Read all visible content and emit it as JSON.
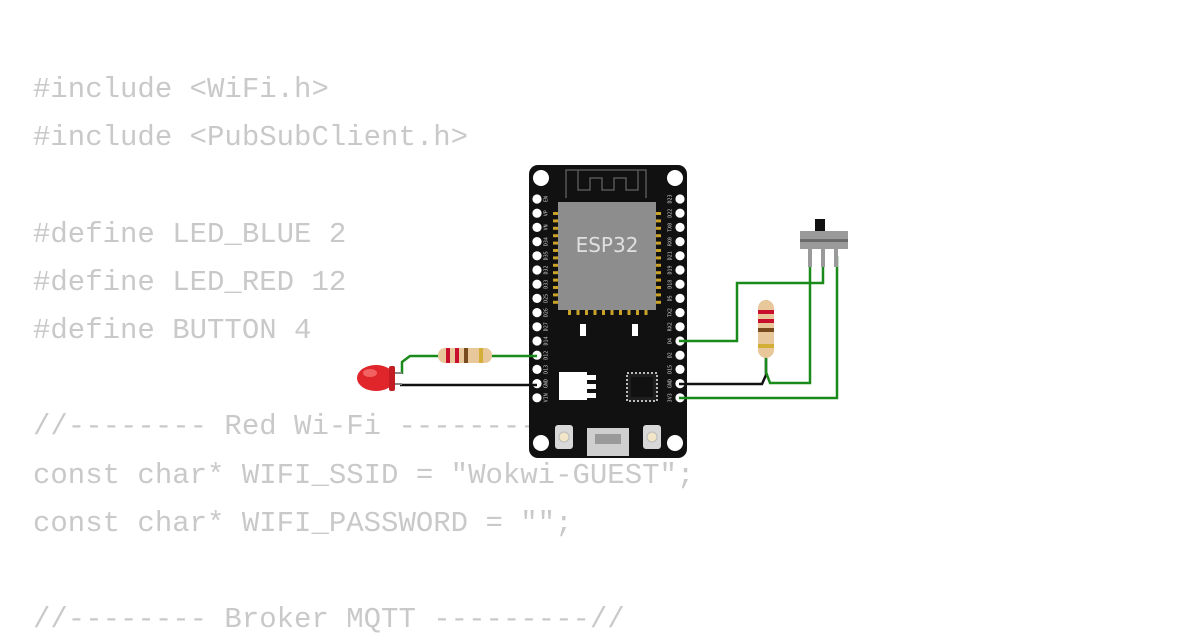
{
  "code_lines": [
    "#include <WiFi.h>",
    "#include <PubSubClient.h>",
    "",
    "#define LED_BLUE 2",
    "#define LED_RED 12",
    "#define BUTTON 4",
    "",
    "//-------- Red Wi-Fi ---------//",
    "const char* WIFI_SSID = \"Wokwi-GUEST\";",
    "const char* WIFI_PASSWORD = \"\";",
    "",
    "//-------- Broker MQTT ---------//"
  ],
  "board": {
    "chip_label": "ESP32",
    "left_pins": [
      "EN",
      "VP",
      "VN",
      "D34",
      "D35",
      "D32",
      "D33",
      "D25",
      "D26",
      "D27",
      "D14",
      "D12",
      "D13",
      "GND",
      "VIN"
    ],
    "right_pins": [
      "D23",
      "D22",
      "TX0",
      "RX0",
      "D21",
      "D19",
      "D18",
      "D5",
      "TX2",
      "RX2",
      "D4",
      "D2",
      "D15",
      "GND",
      "3V3"
    ]
  },
  "colors": {
    "code_text": "#c9c9c9",
    "board": "#111111",
    "wire_signal": "#1a8a1a",
    "wire_ground": "#111111",
    "led": "#e0262a",
    "resistor_body": "#e8c79a"
  }
}
